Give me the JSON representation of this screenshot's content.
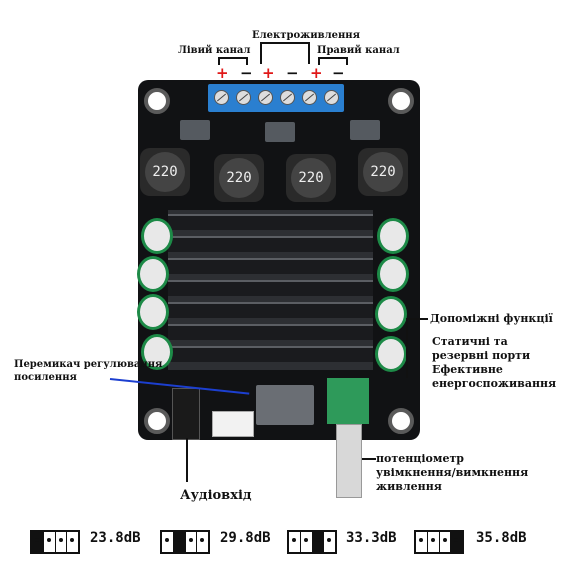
{
  "labels": {
    "power": "Електроживлення",
    "left_channel": "Лівий канал",
    "right_channel": "Правий канал",
    "aux": "Допоміжні функції",
    "ports": "Статичні та\nрезервні порти\nЕфективне\nенергоспоживання",
    "gain_switch": "Перемикач регулювання\nпосилення",
    "pot": "потенціометр\nувімкнення/вимкнення\nживлення",
    "audio_in": "Аудіовхід"
  },
  "terminal_signs": [
    "+",
    "−",
    "+",
    "−",
    "+",
    "−"
  ],
  "inductor_marking": "220",
  "gain_settings": [
    {
      "value": "23.8dB",
      "pins": [
        true,
        false,
        false,
        false
      ]
    },
    {
      "value": "29.8dB",
      "pins": [
        false,
        true,
        false,
        false
      ]
    },
    {
      "value": "33.3dB",
      "pins": [
        false,
        false,
        true,
        false
      ]
    },
    {
      "value": "35.8dB",
      "pins": [
        false,
        false,
        false,
        true
      ]
    }
  ],
  "colors": {
    "board": "#111214",
    "terminal": "#2a7fd0",
    "plus": "#e01818",
    "capacitor_band": "#1d8a47",
    "potentiometer": "#2e9a5a"
  }
}
